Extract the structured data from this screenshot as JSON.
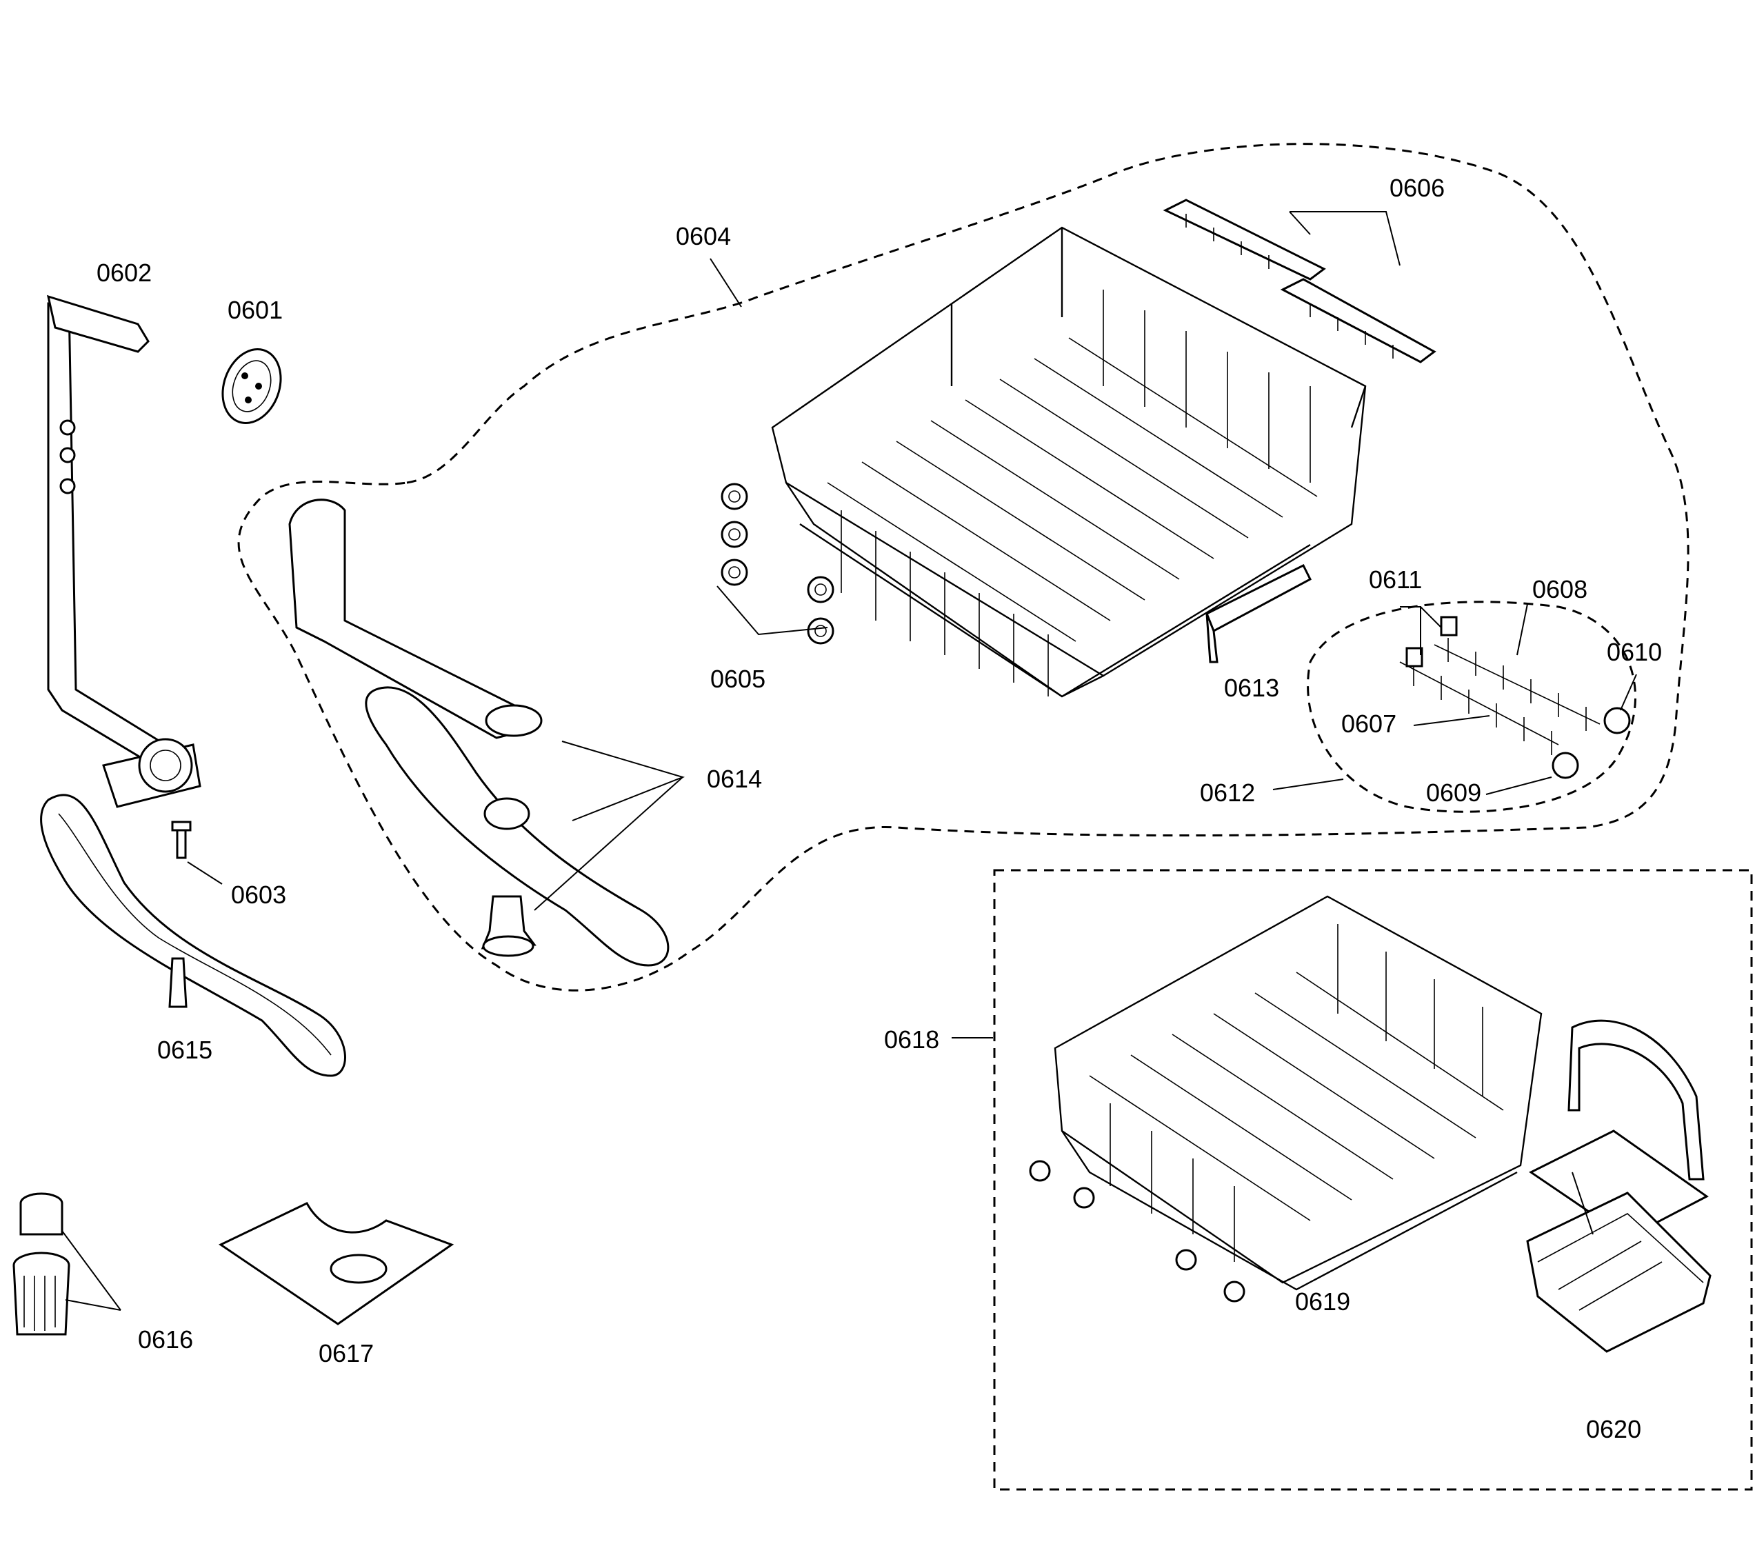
{
  "diagram": {
    "labels": {
      "p0601": "0601",
      "p0602": "0602",
      "p0603": "0603",
      "p0604": "0604",
      "p0605": "0605",
      "p0606": "0606",
      "p0607": "0607",
      "p0608": "0608",
      "p0609": "0609",
      "p0610": "0610",
      "p0611": "0611",
      "p0612": "0612",
      "p0613": "0613",
      "p0614": "0614",
      "p0615": "0615",
      "p0616": "0616",
      "p0617": "0617",
      "p0618": "0618",
      "p0619": "0619",
      "p0620": "0620"
    }
  }
}
